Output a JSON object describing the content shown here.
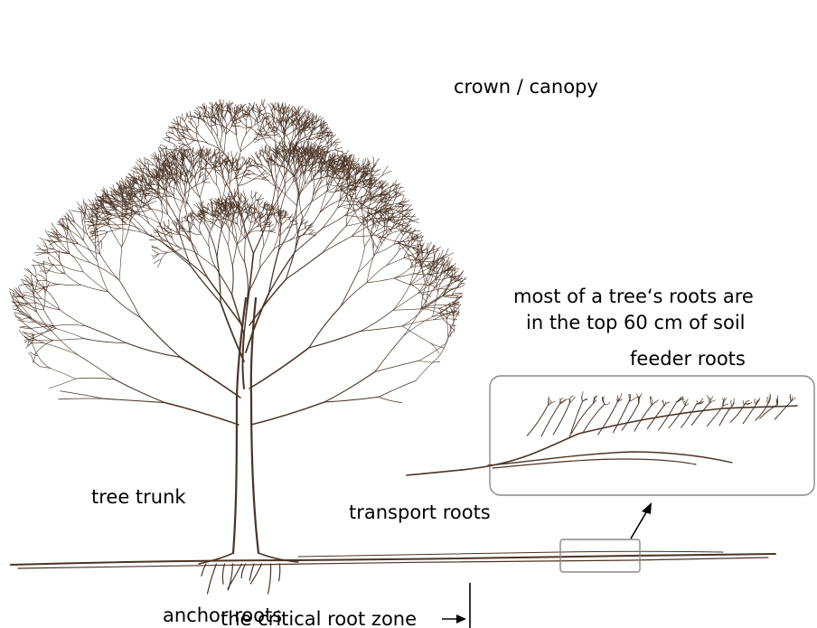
{
  "labels": {
    "crown": "crown / canopy",
    "roots_note_line1": "most of a tree‘s roots are",
    "roots_note_line2": "in the top 60 cm of soil",
    "feeder_roots": "feeder roots",
    "tree_trunk": "tree trunk",
    "transport_roots": "transport roots",
    "anchor_roots": "anchor roots",
    "critical_root_zone": "the critical root zone"
  },
  "colors": {
    "tree_ink": "#4a3426",
    "inset_border": "#888888",
    "text": "#000000"
  }
}
